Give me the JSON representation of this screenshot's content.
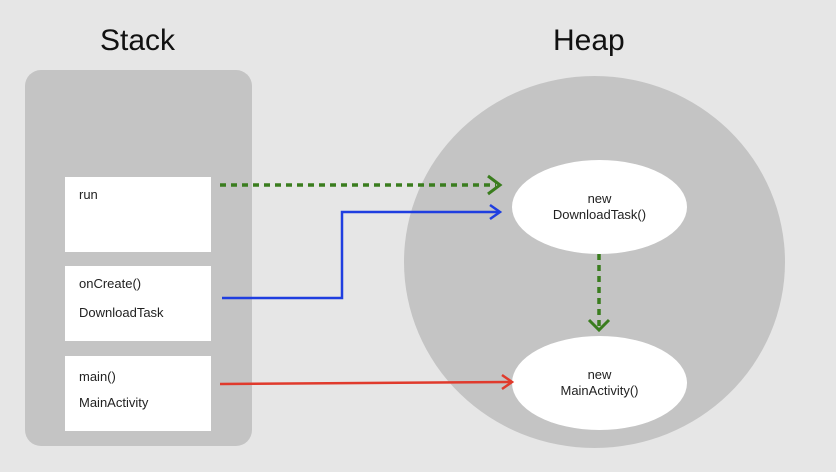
{
  "titles": {
    "stack": "Stack",
    "heap": "Heap"
  },
  "stack_frames": {
    "run": {
      "line1": "run"
    },
    "oncreate": {
      "line1": "onCreate()",
      "line2": "DownloadTask"
    },
    "main": {
      "line1": "main()",
      "line2": "MainActivity"
    }
  },
  "heap_objects": {
    "downloadtask": {
      "line1": "new",
      "line2": "DownloadTask()"
    },
    "mainactivity": {
      "line1": "new",
      "line2": "MainActivity()"
    }
  },
  "colors": {
    "background": "#e6e6e6",
    "panel": "#c4c4c4",
    "weak_reference": "#3a7d1e",
    "reference_blue": "#1f3ee0",
    "reference_red": "#e03a2c"
  }
}
